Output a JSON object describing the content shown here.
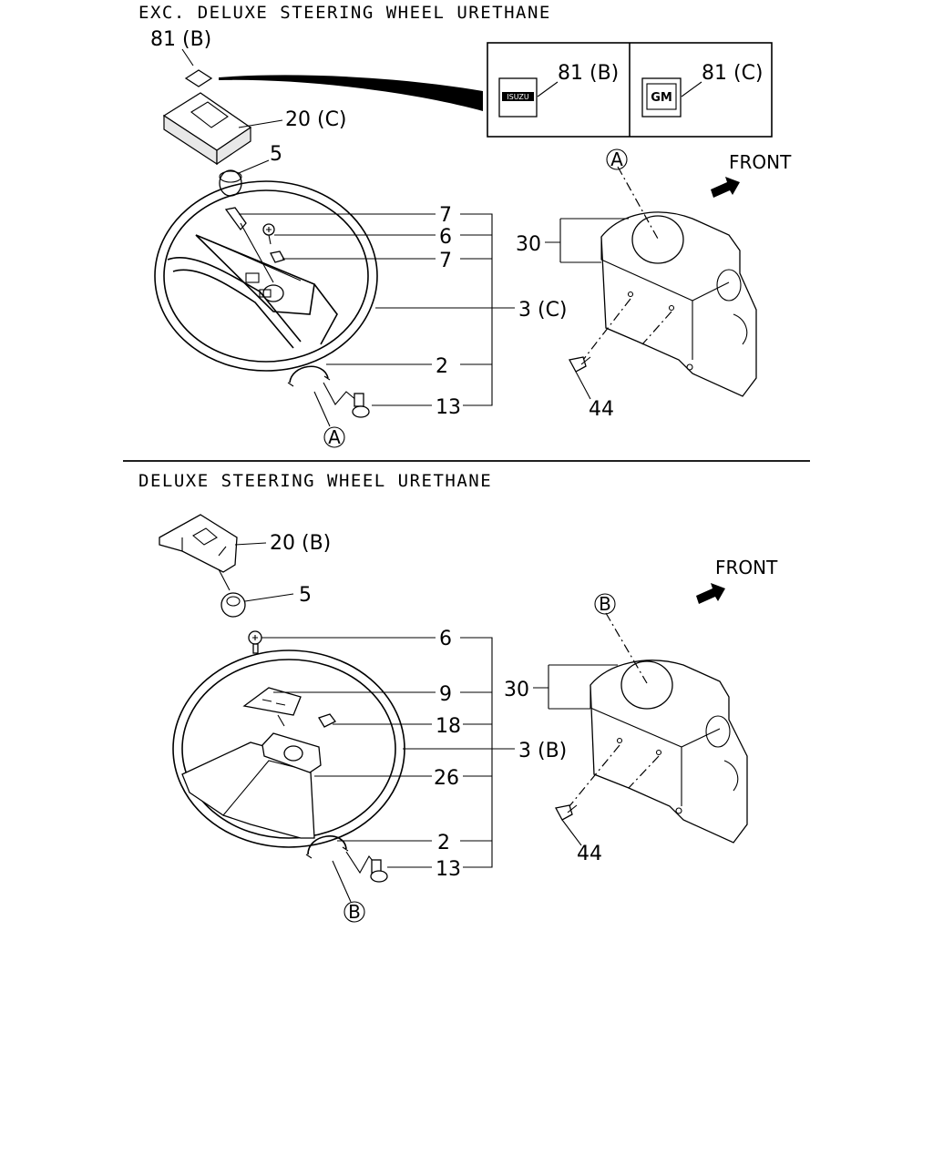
{
  "sections": {
    "top": {
      "title": "EXC. DELUXE STEERING WHEEL URETHANE",
      "labels": {
        "emblem_loose": "81 (B)",
        "emblem_isuzu": "81 (B)",
        "emblem_gm": "81 (C)",
        "pad": "20 (C)",
        "nut": "5",
        "bracket_upper": "7",
        "screw": "6",
        "bracket_lower": "7",
        "wheel": "3 (C)",
        "ring": "2",
        "pin": "13",
        "cover": "30",
        "cover_screw": "44",
        "ref_a_bottom": "A",
        "ref_a_cover": "A",
        "front": "FRONT"
      },
      "logos": {
        "isuzu": "ISUZU",
        "gm": "GM"
      }
    },
    "bottom": {
      "title": "DELUXE STEERING WHEEL URETHANE",
      "labels": {
        "pad": "20 (B)",
        "nut": "5",
        "screw": "6",
        "switch": "9",
        "clip": "18",
        "wheel": "3 (B)",
        "garnish": "26",
        "ring": "2",
        "pin": "13",
        "cover": "30",
        "cover_screw": "44",
        "ref_b_bottom": "B",
        "ref_b_cover": "B",
        "front": "FRONT"
      }
    }
  }
}
